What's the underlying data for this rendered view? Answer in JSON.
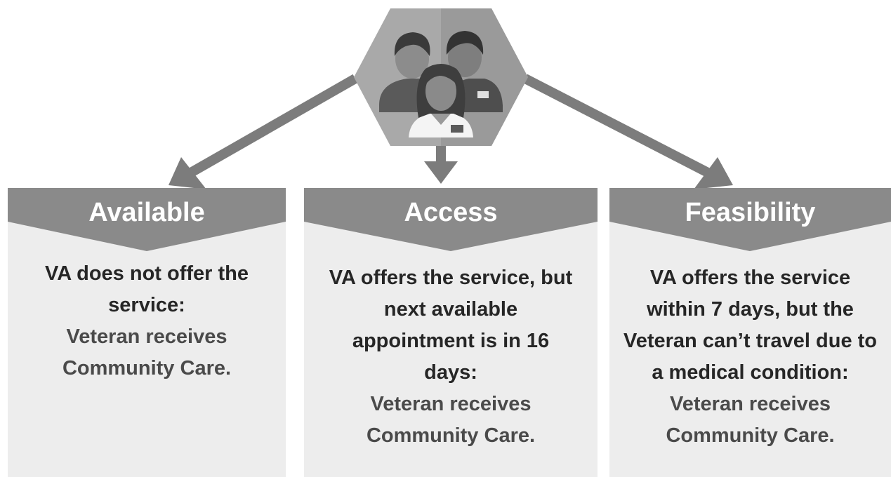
{
  "panels": [
    {
      "title": "Available",
      "text": "VA does not offer the service:",
      "outcome": "Veteran receives Community Care."
    },
    {
      "title": "Access",
      "text": "VA offers the service, but next available appointment is in 16 days:",
      "outcome": "Veteran receives Community Care."
    },
    {
      "title": "Feasibility",
      "text": "VA offers the service within 7 days, but the Veteran can’t travel due to a medical condition:",
      "outcome": "Veteran receives Community Care."
    }
  ],
  "icon": "veterans-group-icon",
  "colors": {
    "banner": "#8a8a8a",
    "panel_bg": "#ededed",
    "arrow": "#7c7c7c",
    "hexagon": "#a9a9a9",
    "text": "#262626"
  }
}
